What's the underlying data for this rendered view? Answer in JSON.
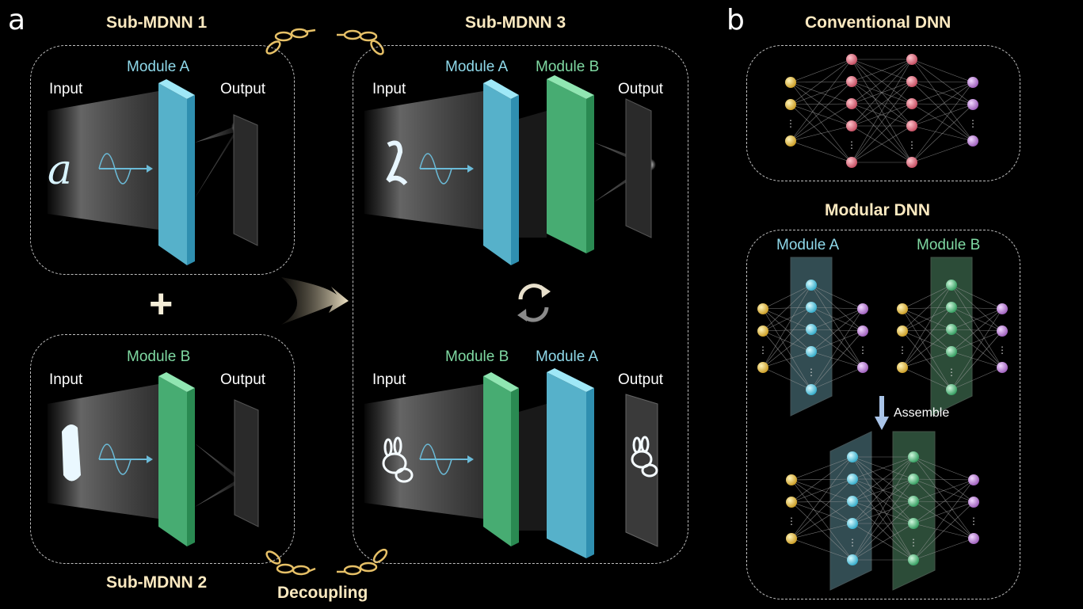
{
  "panels": {
    "a": {
      "letter": "a",
      "sub1": {
        "title": "Sub-MDNN 1",
        "input_label": "Input",
        "output_label": "Output",
        "module_label": "Module A"
      },
      "sub2": {
        "title": "Sub-MDNN 2",
        "input_label": "Input",
        "output_label": "Output",
        "module_label": "Module B"
      },
      "sub3": {
        "title": "Sub-MDNN 3",
        "top": {
          "input_label": "Input",
          "output_label": "Output",
          "module_first": "Module A",
          "module_second": "Module B"
        },
        "bottom": {
          "input_label": "Input",
          "output_label": "Output",
          "module_first": "Module B",
          "module_second": "Module A"
        }
      },
      "plus_sign": "+",
      "decoupling_label": "Decoupling"
    },
    "b": {
      "letter": "b",
      "conventional_title": "Conventional DNN",
      "modular_title": "Modular DNN",
      "module_a_label": "Module A",
      "module_b_label": "Module B",
      "assemble_label": "Assemble"
    }
  },
  "colors": {
    "title": "#fbe9c0",
    "module_a": "#8fd9ea",
    "module_b": "#7fd9a2",
    "input_node": "#e8c040",
    "hidden_node": "#e0687a",
    "output_node": "#c890e0",
    "module_a_node": "#6ad8ef",
    "module_b_node": "#5fcf8a",
    "chain": "#e6c067"
  },
  "icons": [
    "chain-link-icon",
    "curved-arrow-icon",
    "swap-cycle-icon",
    "down-arrow-icon",
    "wave-icon"
  ]
}
